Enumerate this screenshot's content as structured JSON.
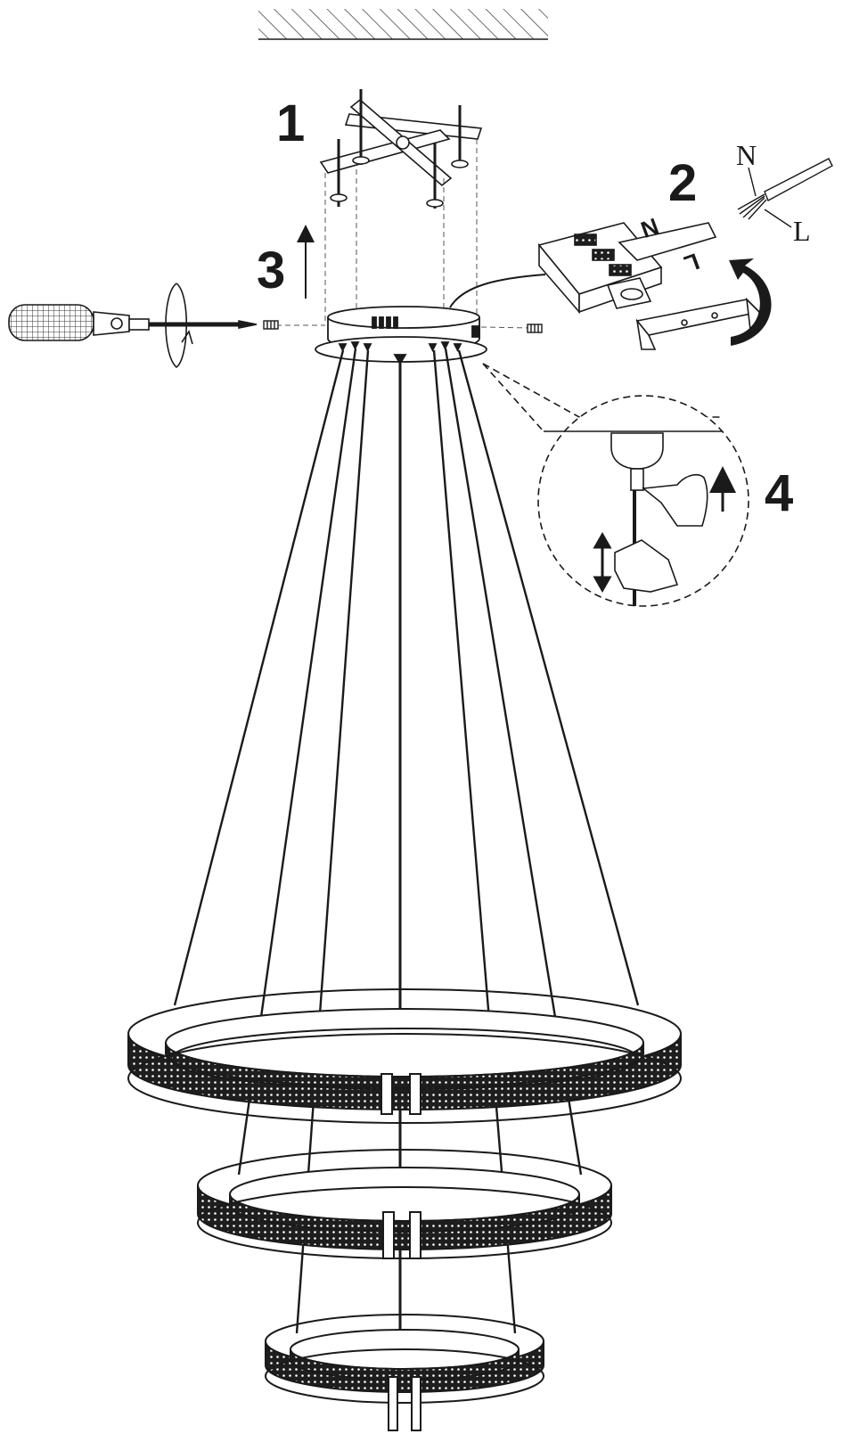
{
  "diagram": {
    "steps": [
      {
        "id": "step-1",
        "label": "1"
      },
      {
        "id": "step-2",
        "label": "2"
      },
      {
        "id": "step-3",
        "label": "3"
      },
      {
        "id": "step-4",
        "label": "4"
      }
    ],
    "wire_labels": {
      "neutral": "N",
      "live": "L"
    },
    "terminal_labels": {
      "neutral": "N",
      "live": "L"
    },
    "colors": {
      "line": "#1a1a1a",
      "faint": "#bbbbbb",
      "background": "#ffffff"
    }
  }
}
